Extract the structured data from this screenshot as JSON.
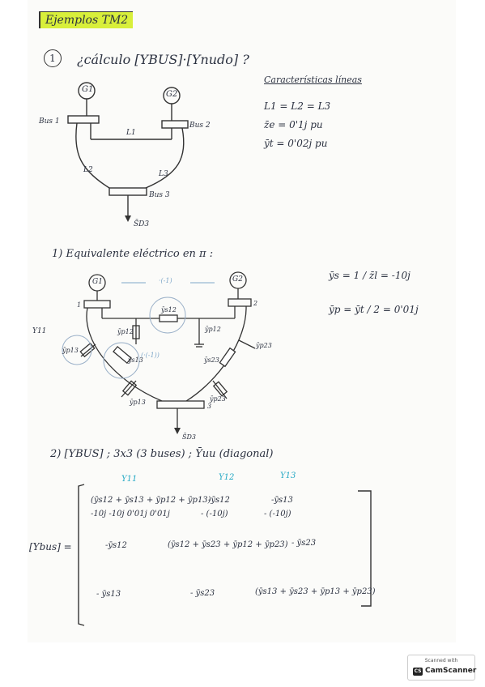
{
  "title": "Ejemplos TM2",
  "q1": {
    "number": "1",
    "text": "¿cálculo [YBUS]·[Ynudo] ?"
  },
  "features": {
    "heading": "Características líneas",
    "lines": [
      "L1 = L2 = L3",
      "z̄e = 0'1j pu",
      "ȳt = 0'02j pu"
    ]
  },
  "diagram1": {
    "generators": [
      "G1",
      "G2"
    ],
    "buses": [
      "Bus 1",
      "Bus 2",
      "Bus 3"
    ],
    "lines": [
      "L1",
      "L2",
      "L3"
    ],
    "load": "S̄D3"
  },
  "step1": {
    "title": "1) Equivalente eléctrico en π :",
    "ys": "ȳs = 1 / z̄l = -10j",
    "yp": "ȳp = ȳt / 2 = 0'01j",
    "current_label": "·(-1)",
    "current_label2": "(·(-1))",
    "labels": [
      "ȳs12",
      "ȳp12",
      "ȳp12",
      "ȳp13",
      "ȳs13",
      "ȳp13",
      "ȳp23",
      "ȳs23",
      "ȳp23"
    ],
    "left_note": "Y11",
    "bus_numbers": [
      "1",
      "2",
      "3"
    ],
    "load": "S̄D3"
  },
  "step2": {
    "title": "2) [YBUS] ; 3x3 (3 buses) ; Ȳuu (diagonal)",
    "columns": [
      "Y11",
      "Y12",
      "Y13"
    ],
    "lhs": "[Ybus] =",
    "rows": [
      [
        "(ȳs12 + ȳs13 + ȳp12 + ȳp13)",
        "-ȳs12",
        "-ȳs13"
      ],
      [
        "-10j  -10j  0'01j  0'01j",
        "- (-10j)",
        "- (-10j)"
      ],
      [
        "-ȳs12",
        "(ȳs12 + ȳs23 + ȳp12 + ȳp23)",
        "- ȳs23"
      ],
      [
        "- ȳs13",
        "- ȳs23",
        "(ȳs13 + ȳs23 + ȳp13 + ȳp23)"
      ]
    ]
  },
  "scanner": {
    "top": "Scanned with",
    "name": "CamScanner",
    "logo": "CS"
  },
  "colors": {
    "highlight": "#d8ef3a",
    "column_blue": "#22a7c4",
    "ink": "#2b3140"
  }
}
